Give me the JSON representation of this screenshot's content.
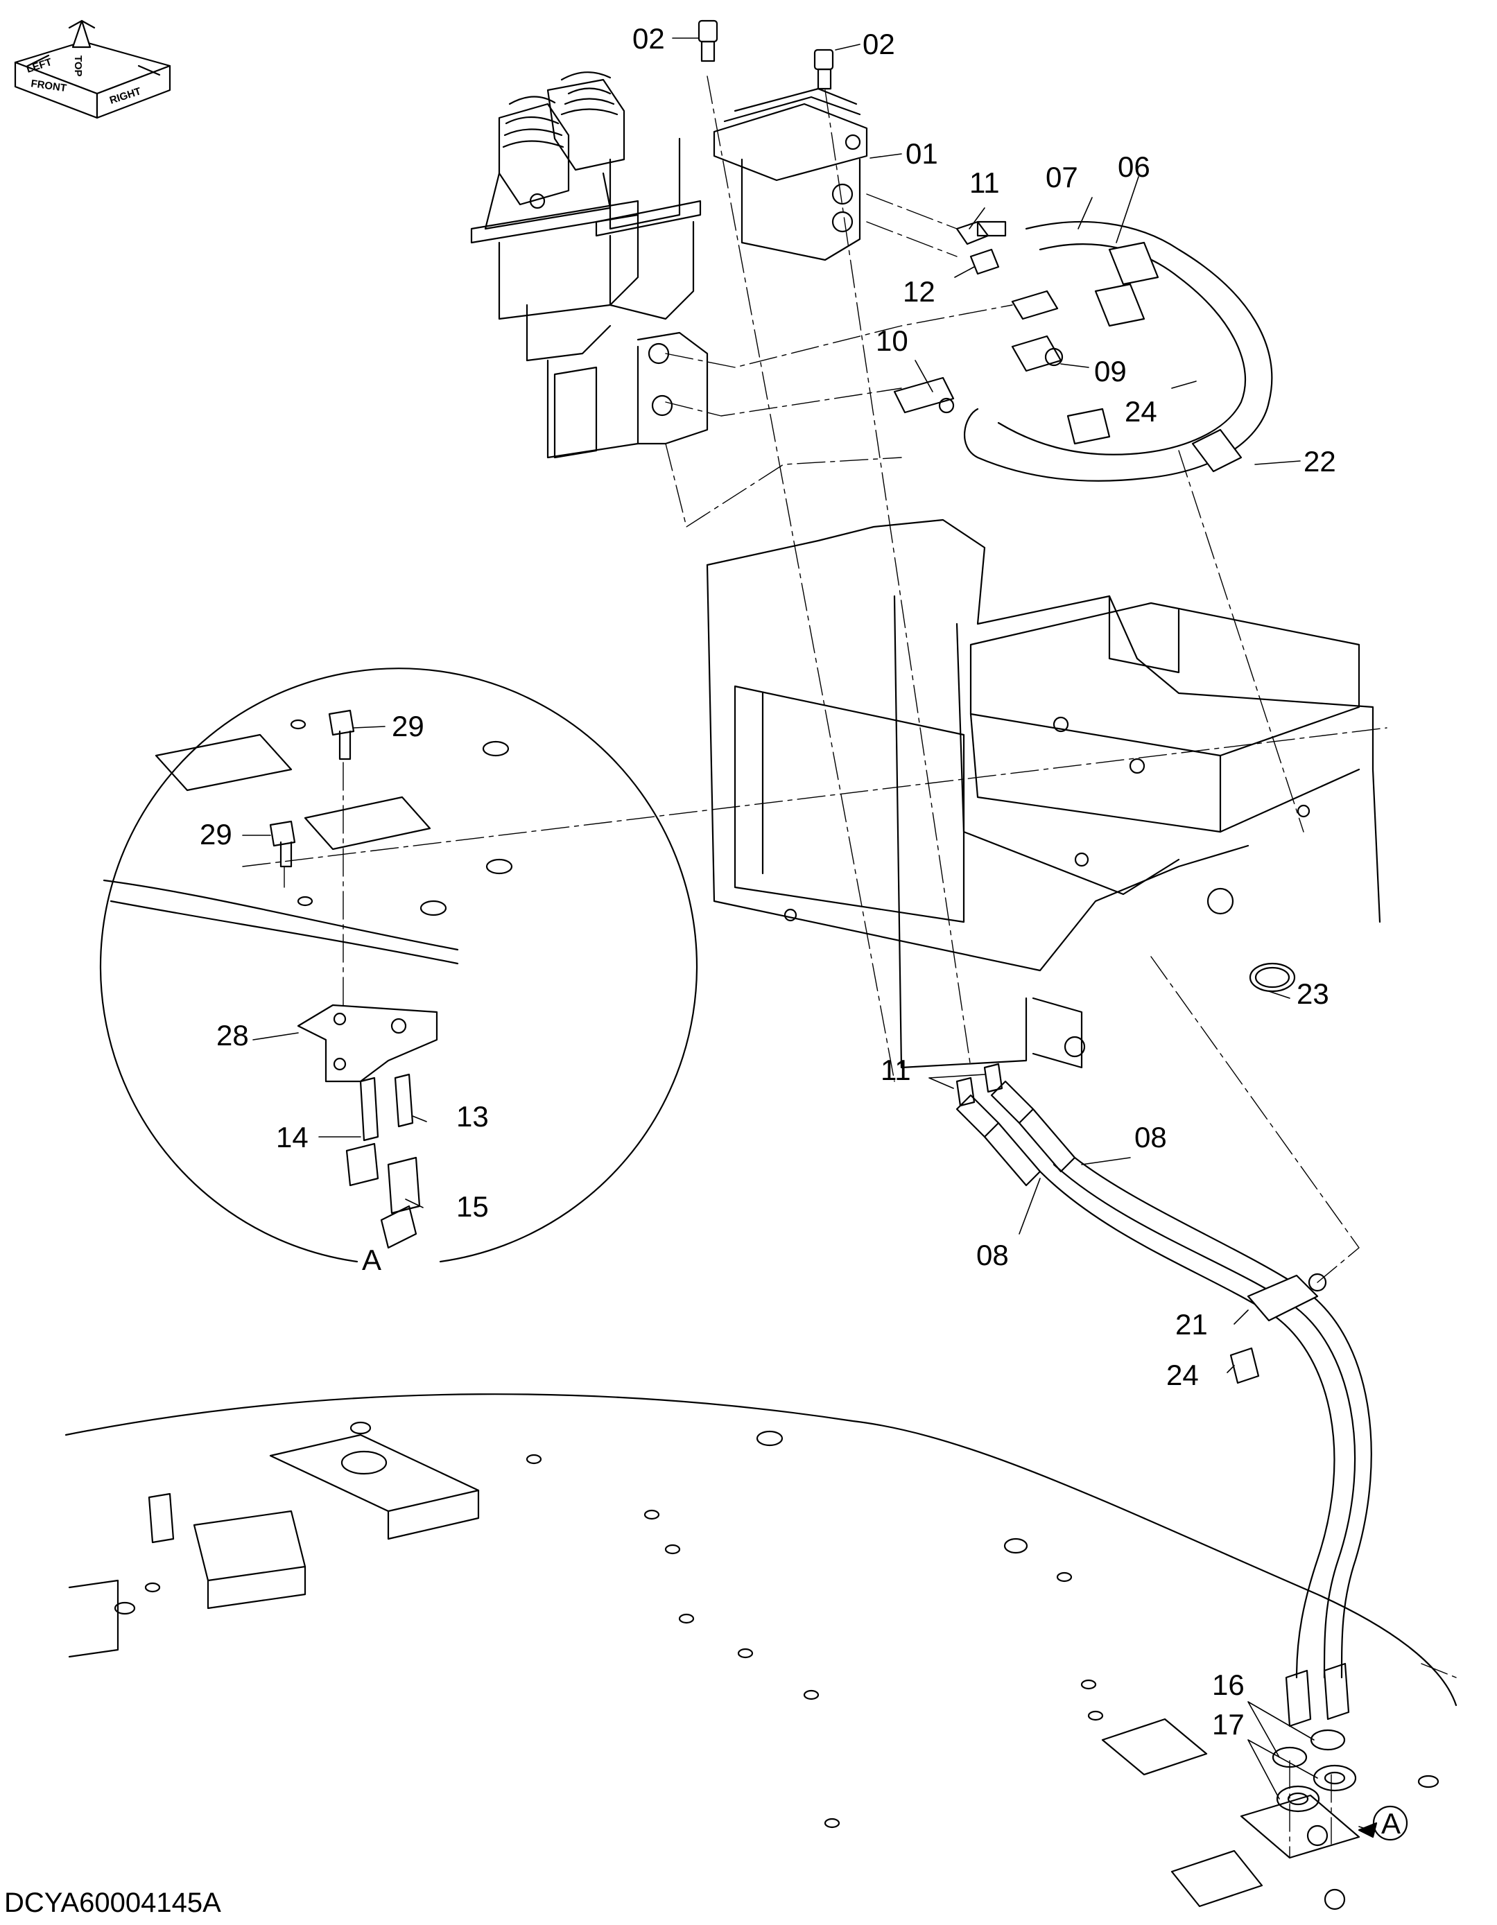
{
  "drawing_code": "DCYA60004145A",
  "orientation_icon": {
    "labels": [
      "FRONT",
      "TOP",
      "RIGHT",
      "LEFT"
    ]
  },
  "callouts": {
    "c01": "01",
    "c02a": "02",
    "c02b": "02",
    "c06": "06",
    "c07": "07",
    "c08a": "08",
    "c08b": "08",
    "c09": "09",
    "c10": "10",
    "c11a": "11",
    "c11b": "11",
    "c12": "12",
    "c13": "13",
    "c14": "14",
    "c15": "15",
    "c16": "16",
    "c17": "17",
    "c21": "21",
    "c22": "22",
    "c23": "23",
    "c24a": "24",
    "c24b": "24",
    "c28": "28",
    "c29a": "29",
    "c29b": "29"
  },
  "detail_view": {
    "label": "A"
  },
  "view_marker": {
    "label": "A"
  }
}
